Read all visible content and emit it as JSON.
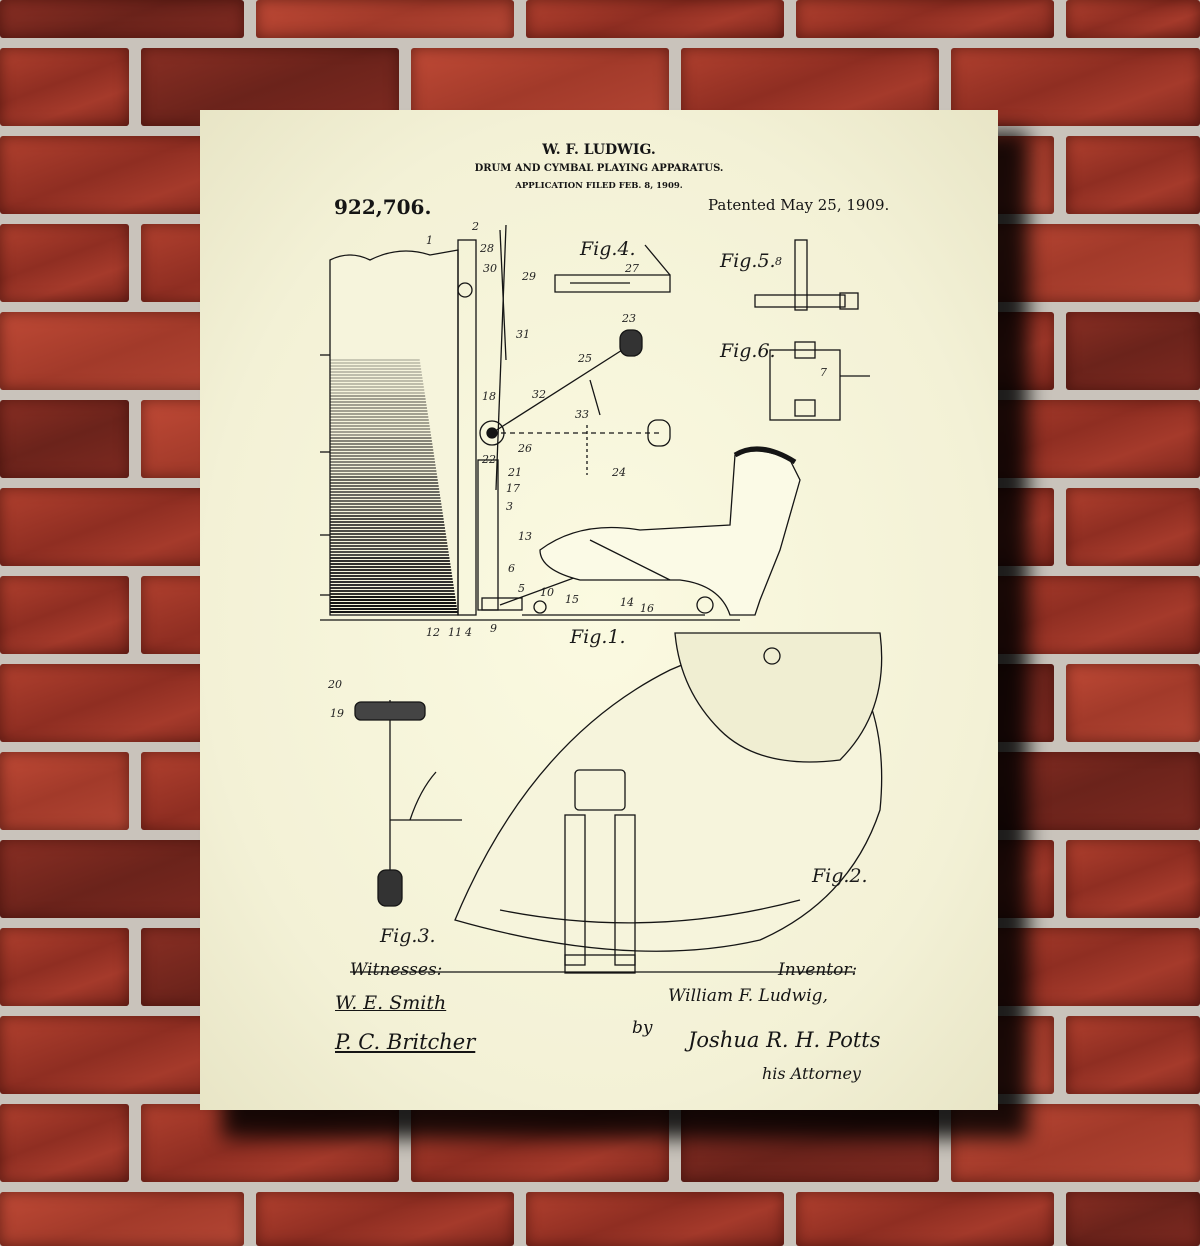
{
  "patent": {
    "inventor_name": "W. F. LUDWIG.",
    "title": "DRUM AND CYMBAL PLAYING APPARATUS.",
    "application": "APPLICATION FILED FEB. 8, 1909.",
    "number": "922,706.",
    "patented": "Patented May 25, 1909."
  },
  "figures": [
    "Fig.1.",
    "Fig.2.",
    "Fig.3.",
    "Fig.4.",
    "Fig.5.",
    "Fig.6."
  ],
  "reference_numerals": [
    "1",
    "2",
    "28",
    "30",
    "29",
    "27",
    "31",
    "33",
    "23",
    "25",
    "32",
    "18",
    "26",
    "22",
    "21",
    "17",
    "3",
    "13",
    "6",
    "5",
    "10",
    "15",
    "14",
    "16",
    "12",
    "11",
    "4",
    "9",
    "24",
    "20",
    "19",
    "7",
    "8"
  ],
  "signatures": {
    "witnesses_label": "Witnesses:",
    "inventor_label": "Inventor:",
    "witness_1": "W. E. Smith",
    "witness_2": "P. C. Britcher",
    "inventor": "William F. Ludwig,",
    "by": "by",
    "attorney": "Joshua R. H. Potts",
    "attorney_label": "his Attorney"
  },
  "colors": {
    "paper": "#f6f4dc",
    "ink": "#151515",
    "brick": "#9a3426",
    "mortar": "#c9c3bb"
  }
}
